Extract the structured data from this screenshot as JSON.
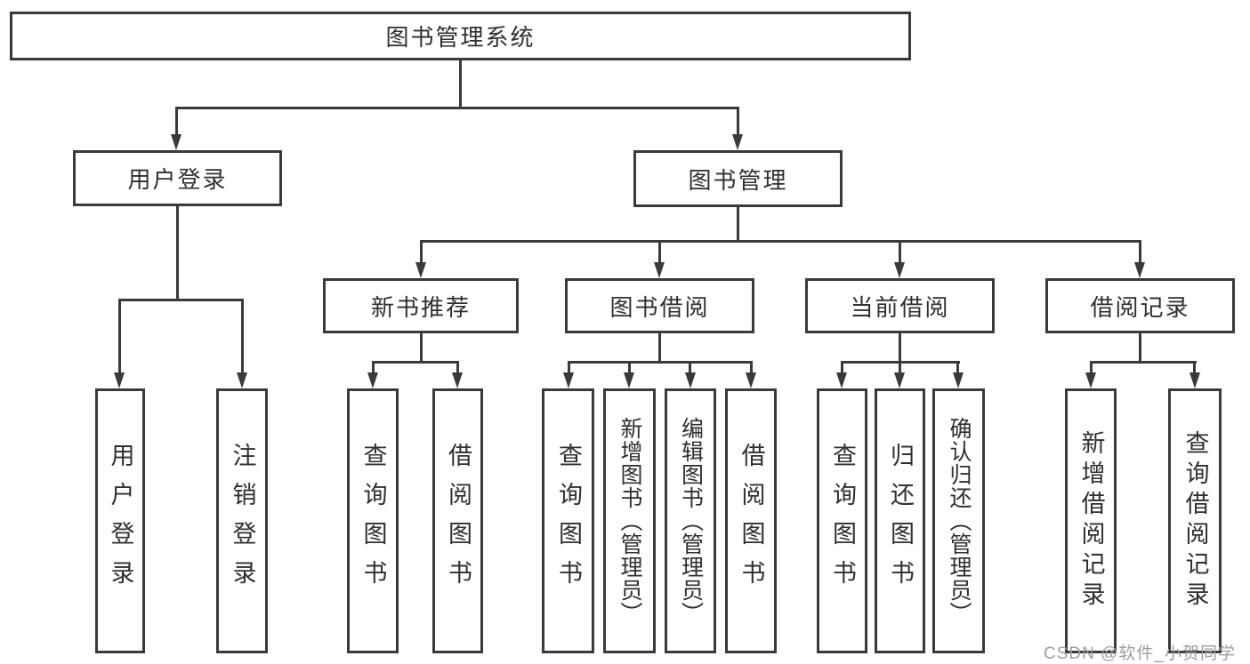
{
  "colors": {
    "line": "#3a3a3a",
    "text": "#2f2f2f",
    "watermark": "#9e9e9e",
    "background": "#ffffff"
  },
  "watermark": "CSDN @软件_小贺同学",
  "diagram": {
    "root": {
      "label": "图书管理系统"
    },
    "branches": [
      {
        "label": "用户登录",
        "children": [
          {
            "label": "用户登录"
          },
          {
            "label": "注销登录"
          }
        ]
      },
      {
        "label": "图书管理",
        "children": [
          {
            "label": "新书推荐",
            "children": [
              {
                "label": "查询图书"
              },
              {
                "label": "借阅图书"
              }
            ]
          },
          {
            "label": "图书借阅",
            "children": [
              {
                "label": "查询图书"
              },
              {
                "label": "新增图书（管理员）"
              },
              {
                "label": "编辑图书（管理员）"
              },
              {
                "label": "借阅图书"
              }
            ]
          },
          {
            "label": "当前借阅",
            "children": [
              {
                "label": "查询图书"
              },
              {
                "label": "归还图书"
              },
              {
                "label": "确认归还（管理员）"
              }
            ]
          },
          {
            "label": "借阅记录",
            "children": [
              {
                "label": "新增借阅记录"
              },
              {
                "label": "查询借阅记录"
              }
            ]
          }
        ]
      }
    ]
  }
}
